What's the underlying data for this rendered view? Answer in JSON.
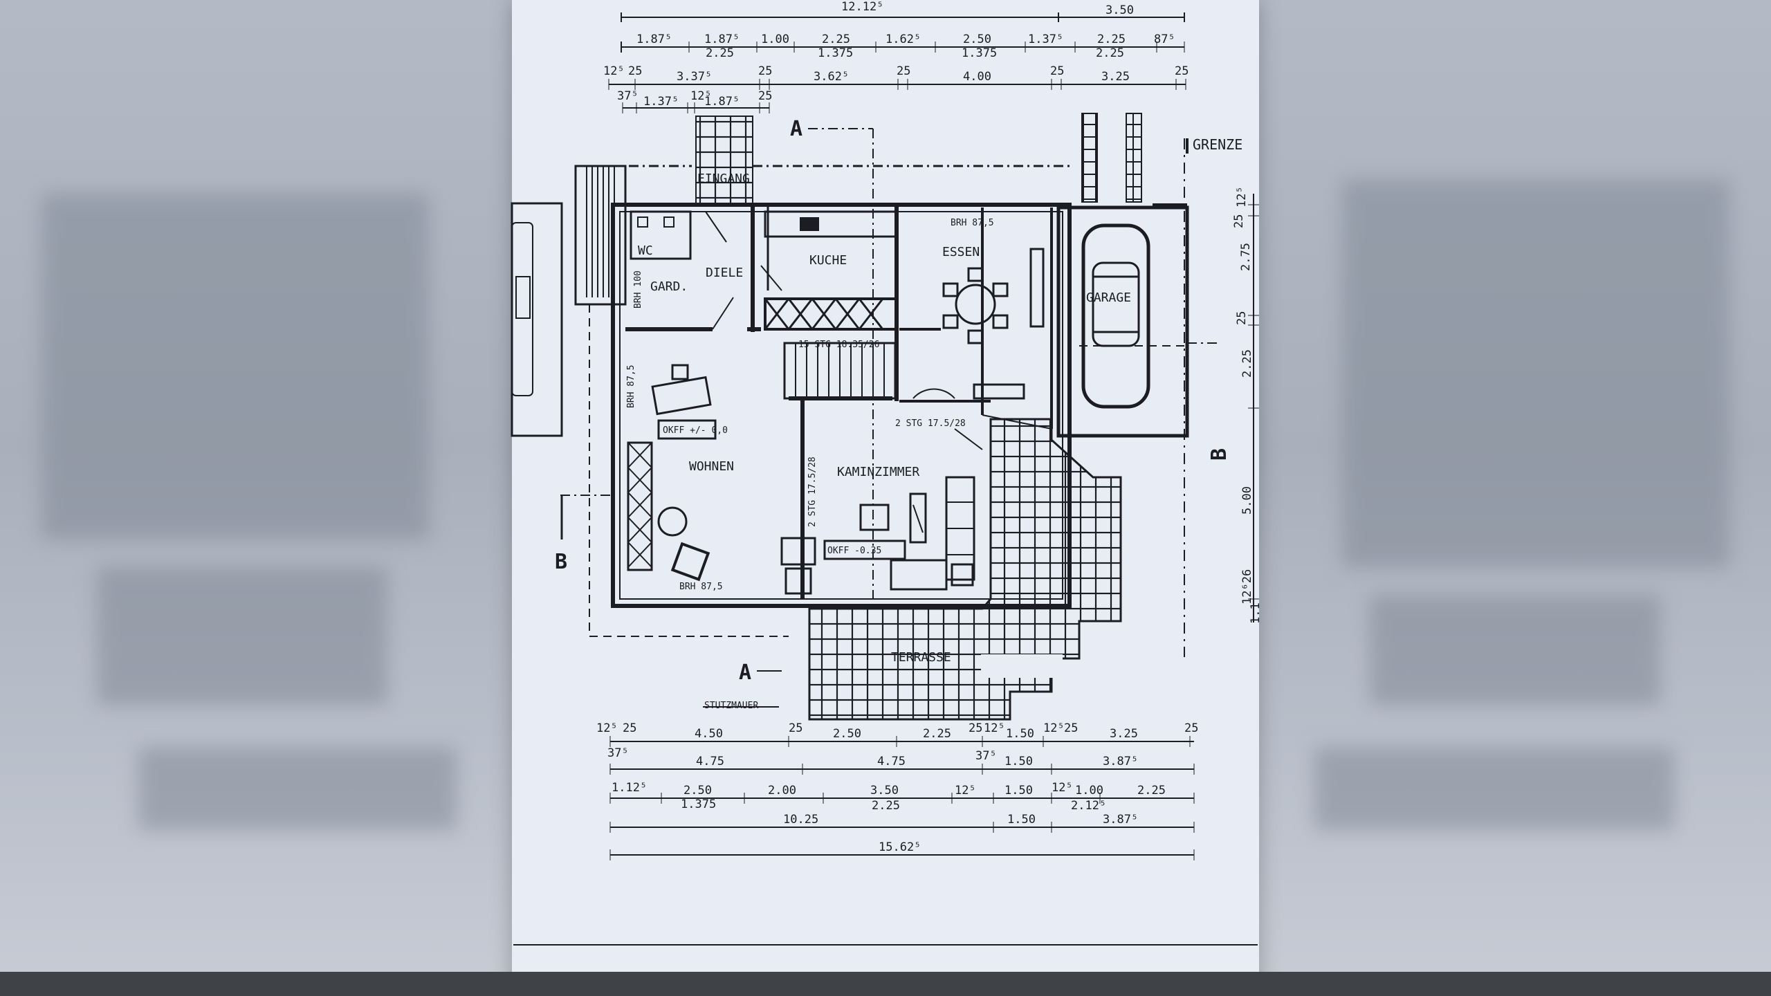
{
  "drawing": {
    "rooms": {
      "eingang": "EINGANG",
      "wc": "WC",
      "gard": "GARD.",
      "diele": "DIELE",
      "kuche": "KUCHE",
      "essen": "ESSEN",
      "garage": "GARAGE",
      "wohnen": "WOHNEN",
      "kaminzimmer": "KAMINZIMMER",
      "terrasse": "TERRASSE"
    },
    "labels": {
      "grenze": "GRENZE",
      "okff_wohnen": "OKFF +/- 0,0",
      "okff_kamin": "OKFF -0.35",
      "stutzmauer": "STUTZMAUER",
      "stair_upper": "15 STG 18.35/26",
      "stair_mid": "2 STG 17.5/28",
      "stair_vertical": "2 STG 17.5/28",
      "bh_essen": "BRH 87,5",
      "bh_gard": "BRH 100",
      "bh_wohnen_left": "BRH 87,5",
      "bh_wohnen_bottom": "BRH 87,5",
      "section_a_top": "A",
      "section_a_bottom": "A",
      "section_b_left": "B",
      "section_b_right": "B"
    },
    "top_dimensions": {
      "row1": [
        "12.12⁵",
        "3.50"
      ],
      "row2_upper": [
        "1.87⁵",
        "1.87⁵",
        "1.00",
        "2.25",
        "1.62⁵",
        "2.50",
        "1.37⁵",
        "2.25",
        "87⁵"
      ],
      "row2_lower": [
        "2.25",
        "1.375",
        "1.375",
        "2.25"
      ],
      "row3": [
        "12⁵",
        "25",
        "3.37⁵",
        "25",
        "3.62⁵",
        "25",
        "4.00",
        "25",
        "3.25",
        "25"
      ],
      "row4": [
        "37⁵",
        "1.37⁵",
        "12⁵",
        "1.87⁵",
        "25"
      ]
    },
    "right_dimensions": [
      "25",
      "12⁵",
      "2.75",
      "25",
      "2.25",
      "5.00",
      "12⁶26",
      "1.1"
    ],
    "bottom_dimensions": {
      "row1": [
        "12⁵",
        "25",
        "4.50",
        "25",
        "2.50",
        "2.25",
        "25",
        "12⁵",
        "1.50",
        "12⁵",
        "25",
        "3.25",
        "25"
      ],
      "row2": [
        "37⁵",
        "4.75",
        "4.75",
        "37⁵",
        "1.50",
        "3.87⁵"
      ],
      "row3": [
        "1.12⁵",
        "2.50",
        "2.00",
        "3.50",
        "12⁵",
        "1.50",
        "12⁵",
        "1.00",
        "2.25"
      ],
      "row3_lower": [
        "1.375",
        "2.25",
        "2.12⁵"
      ],
      "row4": [
        "10.25",
        "1.50",
        "3.87⁵"
      ],
      "row5": [
        "15.62⁵"
      ]
    },
    "colors": {
      "paper": "#e8ecf4",
      "ink": "#1c1d22",
      "background": "#b3bac6"
    }
  }
}
